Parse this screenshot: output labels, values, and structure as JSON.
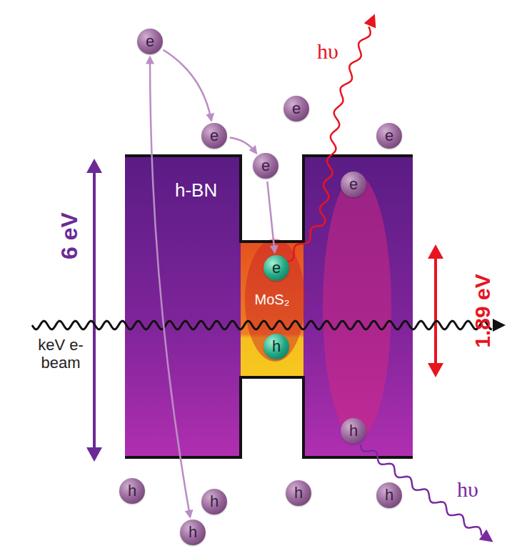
{
  "diagram": {
    "nodes": [
      {
        "text": [
          "MoS₂"
        ]
      },
      {
        "text": [
          "e"
        ],
        "in": 0
      },
      {
        "text": [
          "h"
        ],
        "in": 0
      },
      {
        "text": [
          "e"
        ]
      },
      {
        "text": [
          "e"
        ]
      },
      {
        "text": [
          "e"
        ]
      },
      {
        "text": [
          "e"
        ]
      },
      {
        "text": [
          "e"
        ]
      },
      {
        "text": [
          "e"
        ]
      },
      {
        "text": [
          "h"
        ]
      },
      {
        "text": [
          "h"
        ]
      },
      {
        "text": [
          "h"
        ]
      },
      {
        "text": [
          "h"
        ]
      },
      {
        "text": [
          "h"
        ]
      },
      {
        "text": [
          "h"
        ]
      }
    ],
    "edges": [
      {
        "from": 3,
        "to": 4,
        "arrow": "to"
      },
      {
        "from": 4,
        "to": 7,
        "arrow": "to"
      },
      {
        "from": 7,
        "to": 1,
        "arrow": "to"
      },
      {
        "from": 14,
        "to": 3,
        "arrow": "both"
      }
    ],
    "labels": [
      "h-BN",
      "6 eV",
      "1.89 eV",
      "keV e-beam",
      "hυ",
      "hυ"
    ]
  }
}
